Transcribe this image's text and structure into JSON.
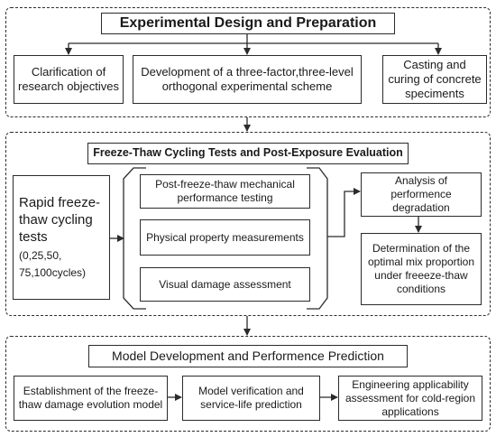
{
  "section1": {
    "title": "Experimental Design and Preparation",
    "items": [
      "Clarification of research objectives",
      "Development of a three-factor,three-level orthogonal experimental scheme",
      "Casting and curing of concrete speciments"
    ]
  },
  "section2": {
    "title": "Freeze-Thaw Cycling Tests and Post-Exposure Evaluation",
    "rapid_test": "Rapid freeze-thaw cycling tests",
    "rapid_cycles": "(0,25,50, 75,100cycles)",
    "middle": [
      "Post-freeze-thaw mechanical performance testing",
      "Physical property measurements",
      "Visual damage assessment"
    ],
    "analysis": "Analysis of performence degradation",
    "determination": "Determination of the optimal mix proportion under freeeze-thaw conditions"
  },
  "section3": {
    "title": "Model Development and Performence Prediction",
    "items": [
      "Establishment of the freeze-thaw damage evolution model",
      "Model verification and service-life prediction",
      "Engineering applicability assessment for cold-region applications"
    ]
  },
  "colors": {
    "line": "#2b2b2b",
    "background": "#ffffff"
  }
}
